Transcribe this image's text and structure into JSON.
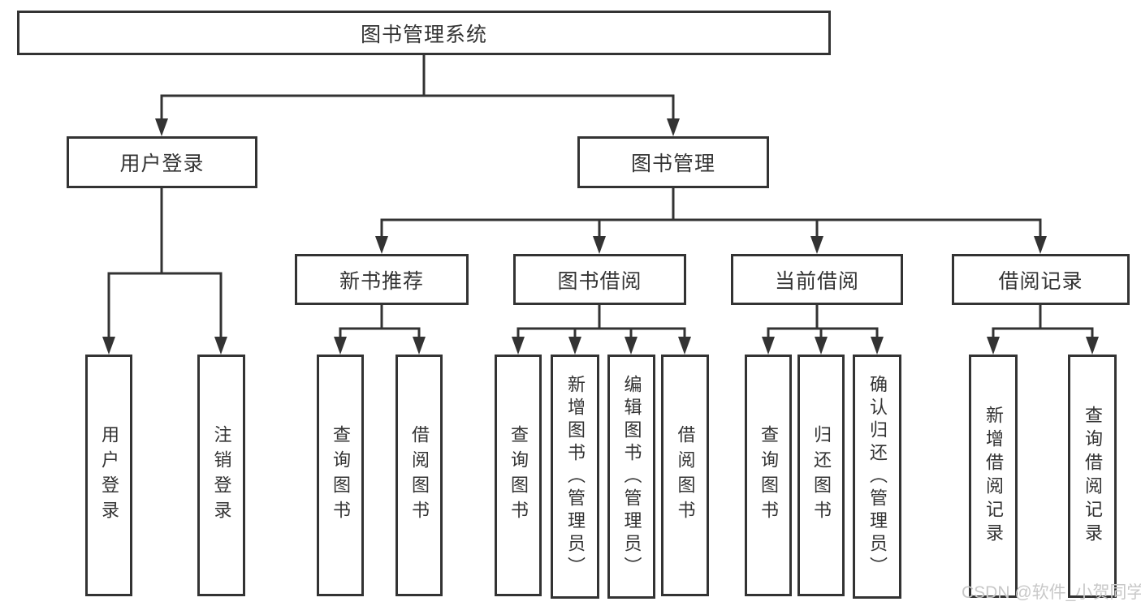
{
  "nodes": {
    "root": {
      "label": "图书管理系统"
    },
    "user_login": {
      "label": "用户登录"
    },
    "book_mgmt": {
      "label": "图书管理"
    },
    "login": {
      "label": "用户登录"
    },
    "logout": {
      "label": "注销登录"
    },
    "new_book": {
      "label": "新书推荐"
    },
    "borrow": {
      "label": "图书借阅"
    },
    "current": {
      "label": "当前借阅"
    },
    "records": {
      "label": "借阅记录"
    },
    "nb_query": {
      "label": "查询图书"
    },
    "nb_borrow": {
      "label": "借阅图书"
    },
    "b_query": {
      "label": "查询图书"
    },
    "b_add": {
      "label": "新增图书（管理员）"
    },
    "b_edit": {
      "label": "编辑图书（管理员）"
    },
    "b_borrow": {
      "label": "借阅图书"
    },
    "c_query": {
      "label": "查询图书"
    },
    "c_return": {
      "label": "归还图书"
    },
    "c_confirm": {
      "label": "确认归还（管理员）"
    },
    "r_add": {
      "label": "新增借阅记录"
    },
    "r_query": {
      "label": "查询借阅记录"
    }
  },
  "watermark": {
    "text": "CSDN @软件_小贺同学"
  },
  "colors": {
    "line": "#333333",
    "text": "#333333",
    "background": "#ffffff",
    "watermark": "#c8c8c8"
  }
}
